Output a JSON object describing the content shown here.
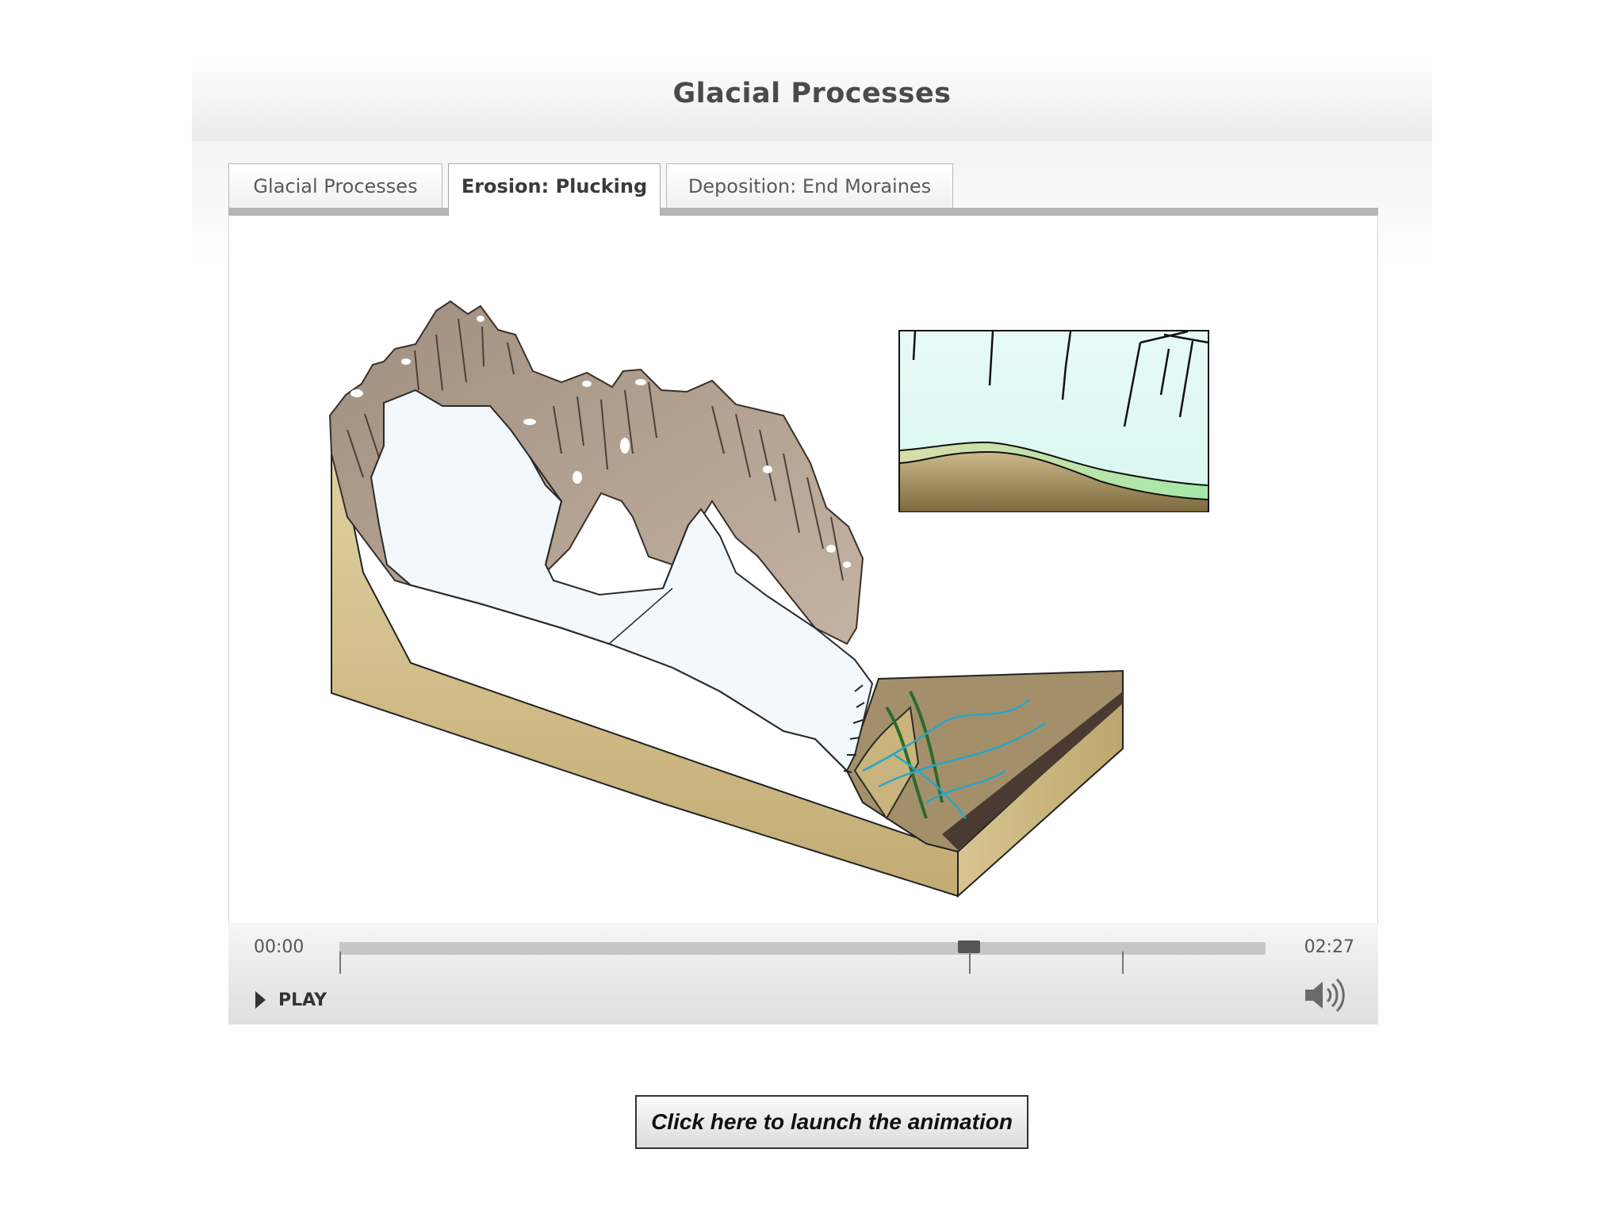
{
  "header": {
    "title": "Glacial Processes"
  },
  "tabs": [
    {
      "label": "Glacial Processes",
      "active": false
    },
    {
      "label": "Erosion: Plucking",
      "active": true
    },
    {
      "label": "Deposition: End Moraines",
      "active": false
    }
  ],
  "player": {
    "current_time": "00:00",
    "total_time": "02:27",
    "play_label": "PLAY",
    "progress_fraction": 0.68,
    "markers": [
      0.0,
      0.68,
      0.845
    ]
  },
  "launch_button": {
    "label": "Click here to launch the animation"
  },
  "icons": {
    "play": "play-icon",
    "volume": "speaker-icon"
  },
  "colors": {
    "track": "#c6c6c6",
    "thumb": "#555555",
    "ice": "#eef6fb",
    "sediment": "#c9b37f",
    "rock": "#9d8c7a",
    "water": "#2aa5c8"
  }
}
